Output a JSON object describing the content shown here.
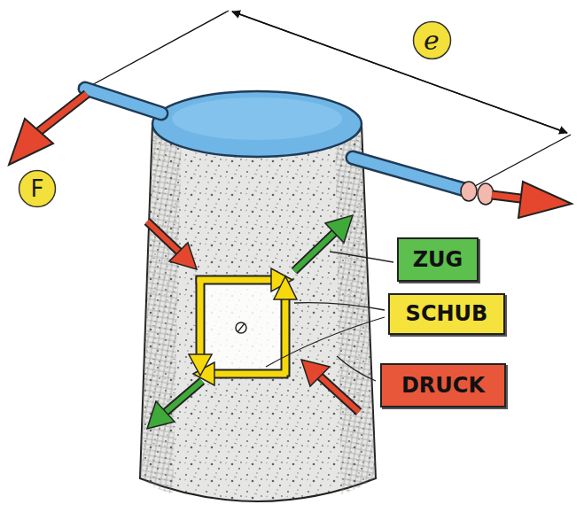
{
  "diagram": {
    "nodes": [
      {
        "text": [
          "e"
        ]
      },
      {
        "text": [
          "F"
        ]
      },
      {
        "text": [
          "ZUG"
        ]
      },
      {
        "text": [
          "SCHUB"
        ]
      },
      {
        "text": [
          "DRUCK"
        ]
      }
    ]
  }
}
